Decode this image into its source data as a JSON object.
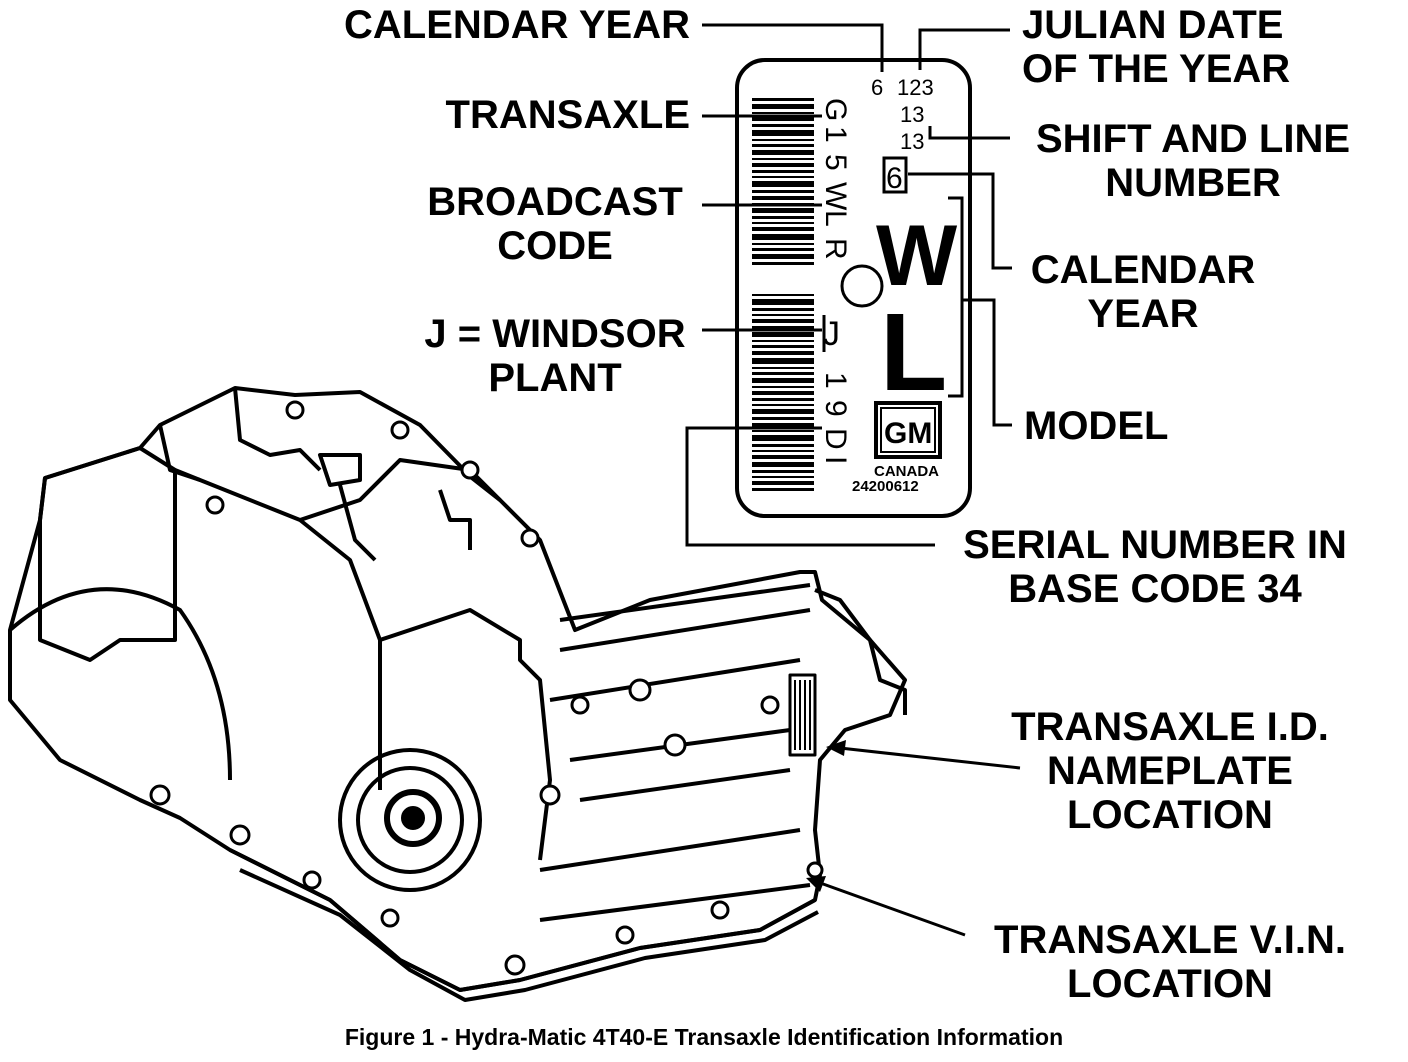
{
  "labels": {
    "calendar_year_top": "CALENDAR YEAR",
    "transaxle": "TRANSAXLE",
    "broadcast_code": [
      "BROADCAST",
      "CODE"
    ],
    "windsor_plant": [
      "J = WINDSOR",
      "PLANT"
    ],
    "julian_date": [
      "JULIAN DATE",
      "OF THE YEAR"
    ],
    "shift_line": [
      "SHIFT AND LINE",
      "NUMBER"
    ],
    "calendar_year_right": [
      "CALENDAR",
      "YEAR"
    ],
    "model": "MODEL",
    "serial_number": [
      "SERIAL NUMBER IN",
      "BASE CODE 34"
    ],
    "nameplate_location": [
      "TRANSAXLE I.D.",
      "NAMEPLATE",
      "LOCATION"
    ],
    "vin_location": [
      "TRANSAXLE V.I.N.",
      "LOCATION"
    ]
  },
  "plate": {
    "year_digit": "6",
    "julian": "123",
    "shift_1": "13",
    "shift_2": "13",
    "year_box": "6",
    "broadcast_chars": [
      "G",
      "1",
      "5",
      "W",
      "L",
      "R"
    ],
    "plant_char": "J",
    "serial_chars": [
      "1",
      "9",
      "D",
      "I"
    ],
    "model_letters": [
      "W",
      "L"
    ],
    "logo": "GM",
    "country": "CANADA",
    "part_number": "24200612"
  },
  "caption": "Figure 1 - Hydra-Matic 4T40-E Transaxle Identification Information"
}
